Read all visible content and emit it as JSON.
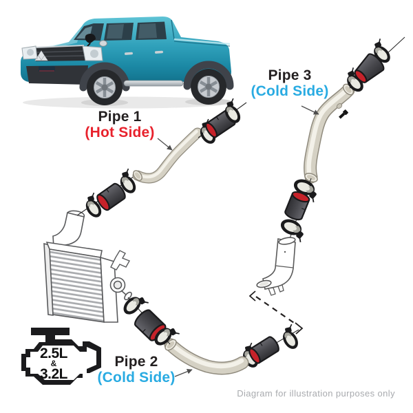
{
  "colors": {
    "hot_side_red": "#e8222d",
    "cold_side_blue": "#29abe2",
    "label_black": "#231f20",
    "footnote_gray": "#a8aaae",
    "coupler_red": "#c6222a",
    "coupler_gray": "#4e4e52",
    "pipe_silver": "#d5d1c4",
    "truck_teal": "#2fa0ba"
  },
  "labels": {
    "pipe1": {
      "name": "Pipe 1",
      "side": "(Hot Side)"
    },
    "pipe2": {
      "name": "Pipe 2",
      "side": "(Cold Side)"
    },
    "pipe3": {
      "name": "Pipe 3",
      "side": "(Cold Side)"
    }
  },
  "engine_badge": {
    "top": "2.5L",
    "amp": "&",
    "bottom": "3.2L"
  },
  "footnote": "Diagram for illustration purposes only",
  "parts": {
    "truck_image": "mitsubishi-triton-pickup-photo",
    "intercooler": "intercooler-line-drawing",
    "factory_pipe": "factory-elbow-line-drawing",
    "silicone_joiner": "silicone-coupler",
    "clamp": "hose-clamp",
    "engine_icon": "engine-silhouette-icon"
  }
}
